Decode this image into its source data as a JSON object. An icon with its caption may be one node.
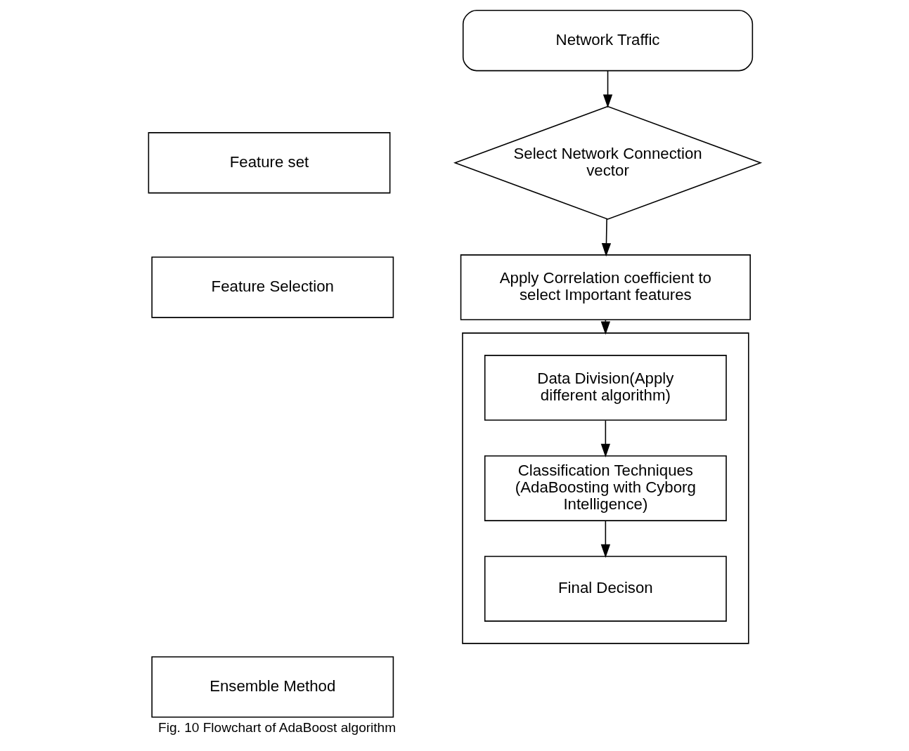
{
  "diagram": {
    "caption": "Fig. 10 Flowchart of AdaBoost algorithm",
    "nodes": [
      {
        "text": [
          "Network Traffic"
        ]
      },
      {
        "text": [
          "Feature set"
        ]
      },
      {
        "text": [
          "Select Network Connection vector"
        ]
      },
      {
        "text": [
          "Feature Selection"
        ]
      },
      {
        "text": [
          "Apply Correlation coefficient to select Important features"
        ]
      },
      {
        "text": [],
        "shape": "box"
      },
      {
        "text": [
          "Data Division(Apply different algorithm)"
        ],
        "in": 5
      },
      {
        "text": [
          "Classification Techniques (AdaBoosting with Cyborg Intelligence)"
        ],
        "in": 5
      },
      {
        "text": [
          "Ensemble Method"
        ]
      },
      {
        "text": [
          "Final Decison"
        ],
        "in": 5
      }
    ],
    "edges": [
      {
        "from": 0,
        "to": 2,
        "arrow": "to"
      },
      {
        "from": 2,
        "to": 4,
        "arrow": "to"
      },
      {
        "from": 4,
        "to": 5,
        "arrow": "to"
      },
      {
        "from": 6,
        "to": 7,
        "arrow": "to"
      },
      {
        "from": 7,
        "to": 9,
        "arrow": "to"
      }
    ]
  }
}
